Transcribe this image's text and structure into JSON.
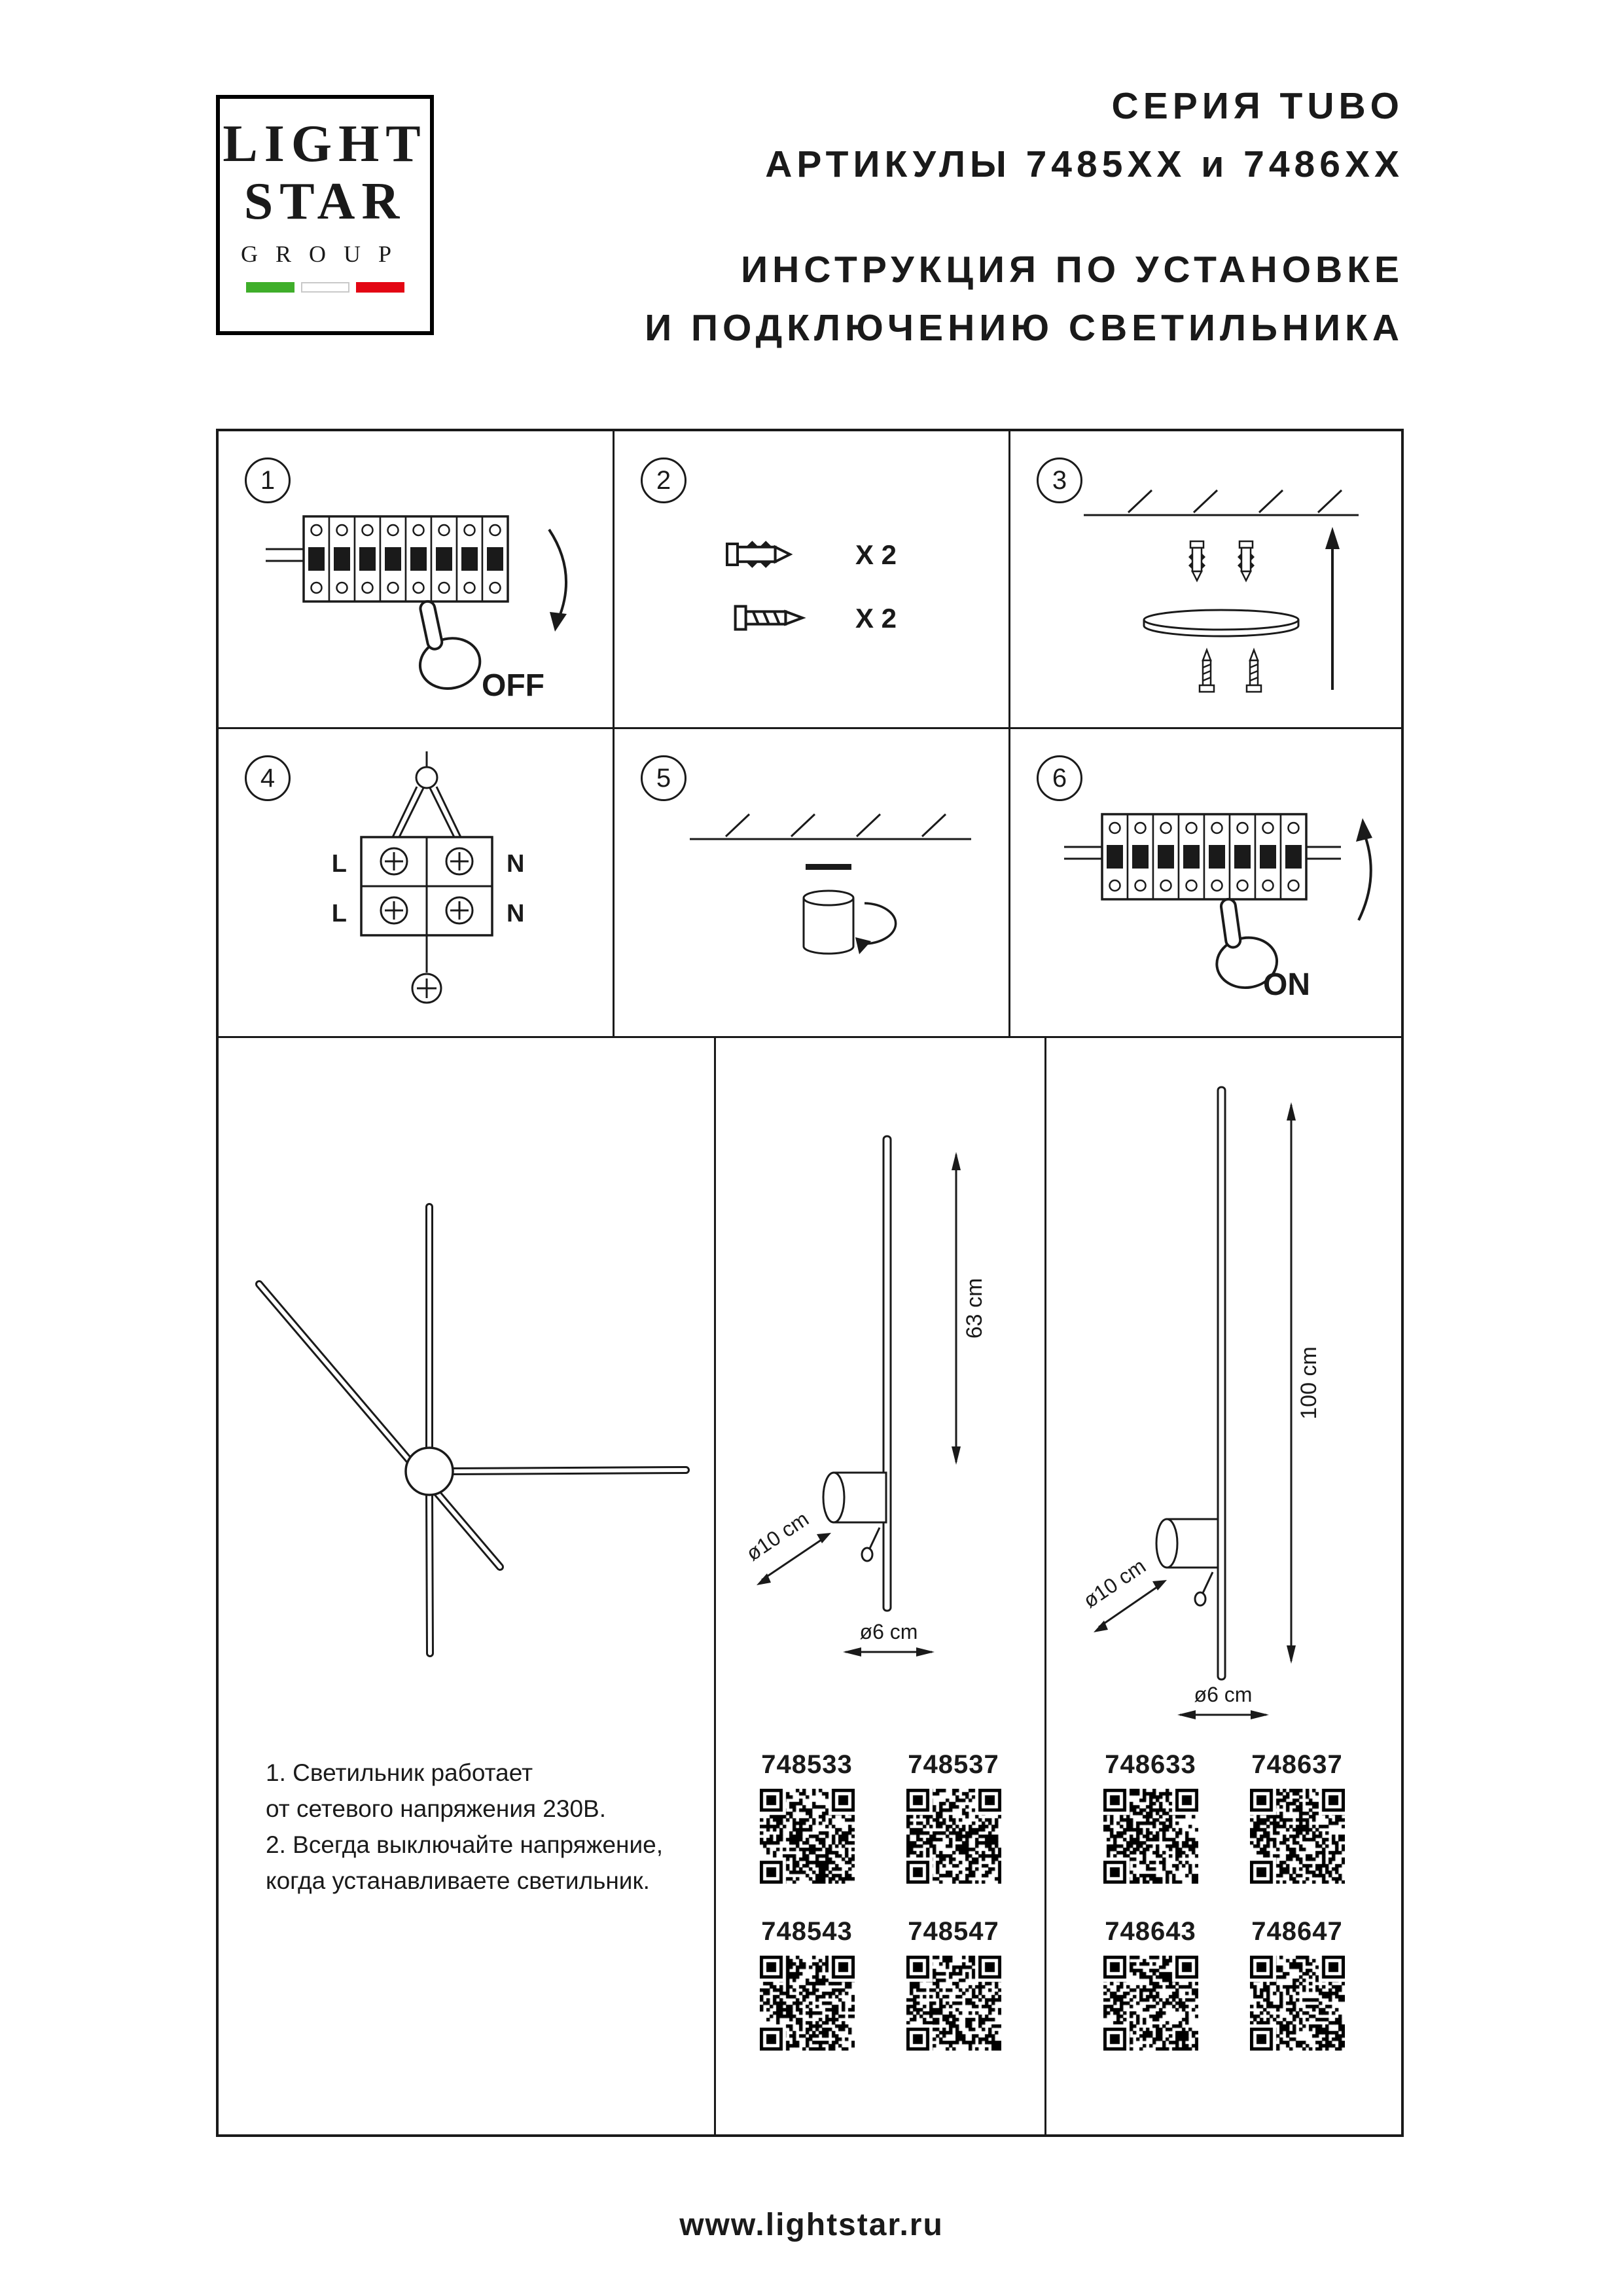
{
  "logo": {
    "light": "LIGHT",
    "star": "STAR",
    "group": "GROUP"
  },
  "colors": {
    "ink": "#1a1a1a",
    "flag_green": "#3fae2a",
    "flag_white": "#ffffff",
    "flag_red": "#e30613"
  },
  "header": {
    "series": "СЕРИЯ TUBO",
    "articles": "АРТИКУЛЫ 7485XX и 7486XX",
    "title_line1": "ИНСТРУКЦИЯ ПО УСТАНОВКЕ",
    "title_line2": "И ПОДКЛЮЧЕНИЮ СВЕТИЛЬНИКА"
  },
  "steps": {
    "s1": {
      "num": "1",
      "label": "OFF"
    },
    "s2": {
      "num": "2",
      "dowel_qty": "X 2",
      "screw_qty": "X 2"
    },
    "s3": {
      "num": "3"
    },
    "s4": {
      "num": "4",
      "l_top": "L",
      "n_top": "N",
      "l_bottom": "L",
      "n_bottom": "N"
    },
    "s5": {
      "num": "5"
    },
    "s6": {
      "num": "6",
      "label": "ON"
    }
  },
  "notes": {
    "l1": "1. Светильник работает",
    "l2": "от сетевого напряжения 230В.",
    "l3": "2. Всегда выключайте напряжение,",
    "l4": "когда устанавливаете светильник."
  },
  "product_63": {
    "height": "63 cm",
    "diameter": "ø10 cm",
    "width": "ø6 cm",
    "row1": [
      "748533",
      "748537"
    ],
    "row2": [
      "748543",
      "748547"
    ]
  },
  "product_100": {
    "height": "100 cm",
    "diameter": "ø10 cm",
    "width": "ø6 cm",
    "row1": [
      "748633",
      "748637"
    ],
    "row2": [
      "748643",
      "748647"
    ]
  },
  "footer": {
    "url": "www.lightstar.ru"
  }
}
